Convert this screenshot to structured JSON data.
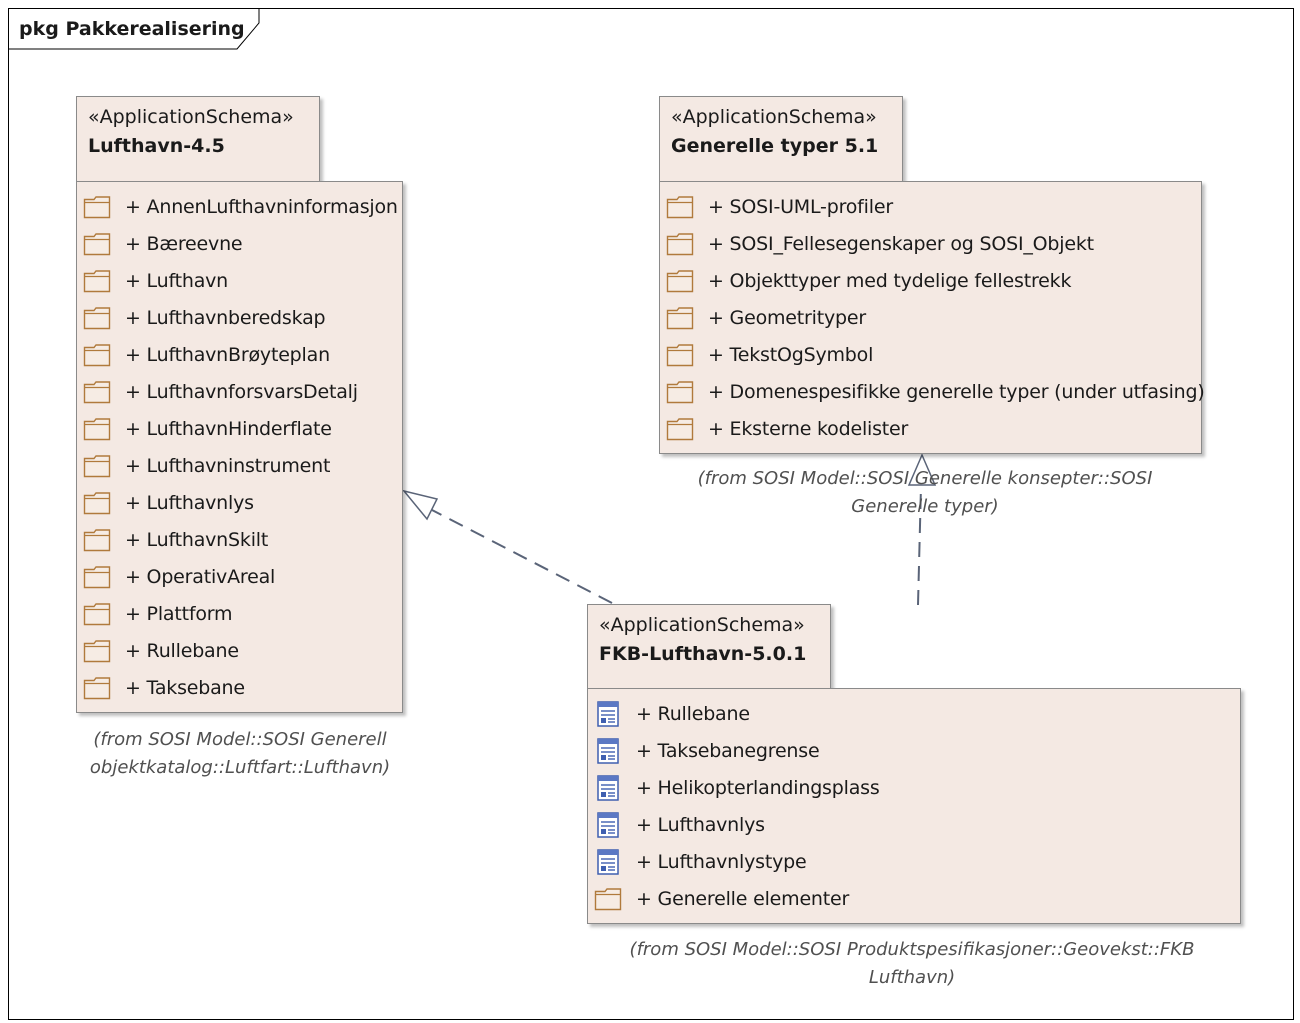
{
  "frame": {
    "label": "pkg Pakkerealisering"
  },
  "packages": [
    {
      "id": "lufthavn",
      "stereotype": "«ApplicationSchema»",
      "name": "Lufthavn-4.5",
      "items": [
        {
          "label": "+ AnnenLufthavninformasjon",
          "icon": "folder-icon"
        },
        {
          "label": "+ Bæreevne",
          "icon": "folder-icon"
        },
        {
          "label": "+ Lufthavn",
          "icon": "folder-icon"
        },
        {
          "label": "+ Lufthavnberedskap",
          "icon": "folder-icon"
        },
        {
          "label": "+ LufthavnBrøyteplan",
          "icon": "folder-icon"
        },
        {
          "label": "+ LufthavnforsvarsDetalj",
          "icon": "folder-icon"
        },
        {
          "label": "+ LufthavnHinderflate",
          "icon": "folder-icon"
        },
        {
          "label": "+ Lufthavninstrument",
          "icon": "folder-icon"
        },
        {
          "label": "+ Lufthavnlys",
          "icon": "folder-icon"
        },
        {
          "label": "+ LufthavnSkilt",
          "icon": "folder-icon"
        },
        {
          "label": "+ OperativAreal",
          "icon": "folder-icon"
        },
        {
          "label": "+ Plattform",
          "icon": "folder-icon"
        },
        {
          "label": "+ Rullebane",
          "icon": "folder-icon"
        },
        {
          "label": "+ Taksebane",
          "icon": "folder-icon"
        }
      ],
      "from_line1": "(from SOSI Model::SOSI Generell",
      "from_line2": "objektkatalog::Luftfart::Lufthavn)"
    },
    {
      "id": "generelle",
      "stereotype": "«ApplicationSchema»",
      "name": "Generelle typer 5.1",
      "items": [
        {
          "label": "+ SOSI-UML-profiler",
          "icon": "folder-icon"
        },
        {
          "label": "+ SOSI_Fellesegenskaper og SOSI_Objekt",
          "icon": "folder-icon"
        },
        {
          "label": "+ Objekttyper med tydelige fellestrekk",
          "icon": "folder-icon"
        },
        {
          "label": "+ Geometrityper",
          "icon": "folder-icon"
        },
        {
          "label": "+ TekstOgSymbol",
          "icon": "folder-icon"
        },
        {
          "label": "+ Domenespesifikke generelle typer (under utfasing)",
          "icon": "folder-icon"
        },
        {
          "label": "+ Eksterne kodelister",
          "icon": "folder-icon"
        }
      ],
      "from_line1": "(from SOSI Model::SOSI Generelle konsepter::SOSI",
      "from_line2": "Generelle typer)"
    },
    {
      "id": "fkb",
      "stereotype": "«ApplicationSchema»",
      "name": "FKB-Lufthavn-5.0.1",
      "items": [
        {
          "label": "+ Rullebane",
          "icon": "class-diagram-icon"
        },
        {
          "label": "+ Taksebanegrense",
          "icon": "class-diagram-icon"
        },
        {
          "label": "+ Helikopterlandingsplass",
          "icon": "class-diagram-icon"
        },
        {
          "label": "+ Lufthavnlys",
          "icon": "class-diagram-icon"
        },
        {
          "label": "+ Lufthavnlystype",
          "icon": "class-diagram-icon"
        },
        {
          "label": "+ Generelle elementer",
          "icon": "folder-icon"
        }
      ],
      "from_line1": "(from SOSI Model::SOSI Produktspesifikasjoner::Geovekst::FKB",
      "from_line2": "Lufthavn)"
    }
  ]
}
